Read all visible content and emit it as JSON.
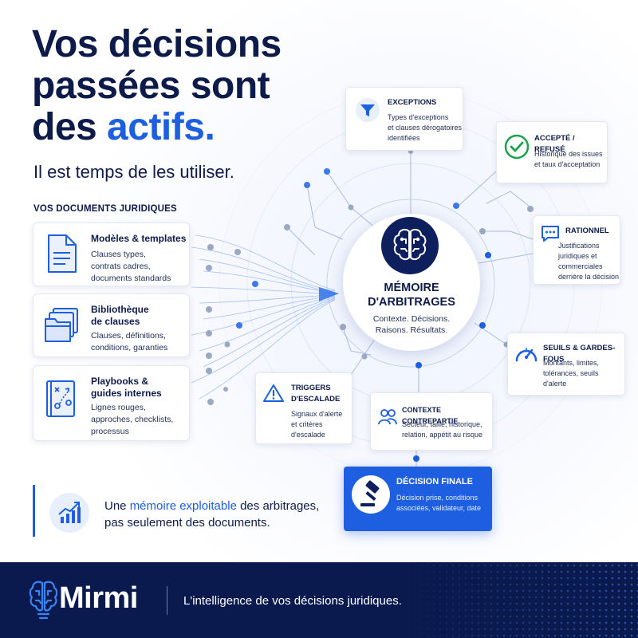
{
  "headline": {
    "line1": "Vos décisions",
    "line2": "passées sont",
    "line3_prefix": "des ",
    "line3_accent": "actifs."
  },
  "subline": "Il est temps de les utiliser.",
  "documents_label": "VOS DOCUMENTS JURIDIQUES",
  "documents": [
    {
      "title_lines": [
        "Modèles & templates"
      ],
      "desc_lines": [
        "Clauses types,",
        "contrats cadres,",
        "documents standards"
      ],
      "icon": "document-icon"
    },
    {
      "title_lines": [
        "Bibliothèque",
        "de clauses"
      ],
      "desc_lines": [
        "Clauses, définitions,",
        "conditions, garanties"
      ],
      "icon": "folder-stack-icon"
    },
    {
      "title_lines": [
        "Playbooks &",
        "guides internes"
      ],
      "desc_lines": [
        "Lignes rouges,",
        "approches, checklists,",
        "processus"
      ],
      "icon": "playbook-icon"
    }
  ],
  "hub": {
    "title_line1": "MÉMOIRE",
    "title_line2": "D'ARBITRAGES",
    "sub_line1": "Contexte. Décisions.",
    "sub_line2": "Raisons. Résultats.",
    "icon": "brain-icon"
  },
  "satellites": {
    "exceptions": {
      "title": "EXCEPTIONS",
      "desc": [
        "Types d'exceptions",
        "et clauses dérogatoires",
        "identifiées"
      ],
      "icon": "filter-icon"
    },
    "accepte": {
      "title": "ACCEPTÉ / REFUSÉ",
      "desc": [
        "Historique des issues",
        "et taux d'acceptation"
      ],
      "icon": "check-circle-icon"
    },
    "rationnel": {
      "title": "RATIONNEL",
      "desc": [
        "Justifications",
        "juridiques et",
        "commerciales",
        "derrière la décision"
      ],
      "icon": "chat-bubble-icon"
    },
    "seuils": {
      "title": "SEUILS & GARDES-FOUS",
      "desc": [
        "Montants, limites,",
        "tolérances, seuils",
        "d'alerte"
      ],
      "icon": "gauge-icon"
    },
    "contexte": {
      "title": "CONTEXTE CONTREPARTIE",
      "desc": [
        "Secteur, taille, historique,",
        "relation, appétit au risque"
      ],
      "icon": "people-icon"
    },
    "triggers": {
      "title_lines": [
        "TRIGGERS",
        "D'ESCALADE"
      ],
      "desc": [
        "Signaux d'alerte",
        "et critères",
        "d'escalade"
      ],
      "icon": "warning-icon"
    }
  },
  "final": {
    "title": "DÉCISION FINALE",
    "desc": [
      "Décision prise, conditions",
      "associées, validateur, date"
    ],
    "icon": "gavel-icon"
  },
  "callout": {
    "pre": "Une ",
    "highlight": "mémoire exploitable",
    "post": " des arbitrages,",
    "line2": "pas seulement des documents.",
    "icon": "growth-chart-icon"
  },
  "footer": {
    "brand": "Mirmi",
    "tagline": "L'intelligence de vos décisions juridiques.",
    "logo_icon": "brain-bulb-icon"
  },
  "colors": {
    "navy": "#0d1b4b",
    "accent_blue": "#1d5fe0",
    "footer_navy": "#0a1a4f"
  }
}
